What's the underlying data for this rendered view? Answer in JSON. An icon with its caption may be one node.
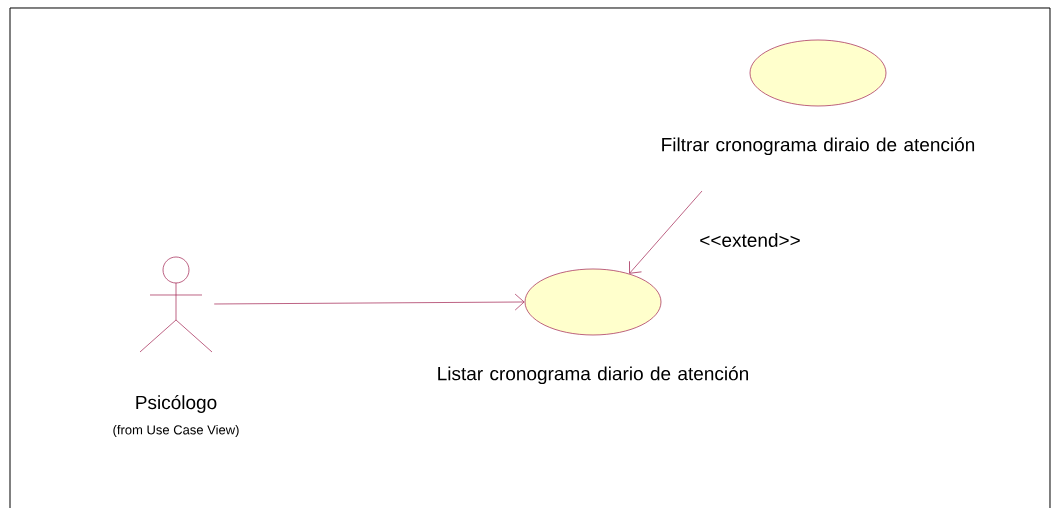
{
  "diagram": {
    "nodes": [
      {
        "text": [
          "Psicólogo"
        ],
        "beside": [
          "(from Use Case View)"
        ]
      },
      {
        "text": [
          "Listar cronograma diario de atención"
        ]
      },
      {
        "text": [
          "Filtrar cronograma diraio de atención"
        ]
      }
    ],
    "edges": [
      {
        "from": 0,
        "to": 1,
        "arrow": "to"
      },
      {
        "from": 2,
        "to": 1,
        "arrow": "to",
        "label": "<<extend>>"
      }
    ]
  }
}
